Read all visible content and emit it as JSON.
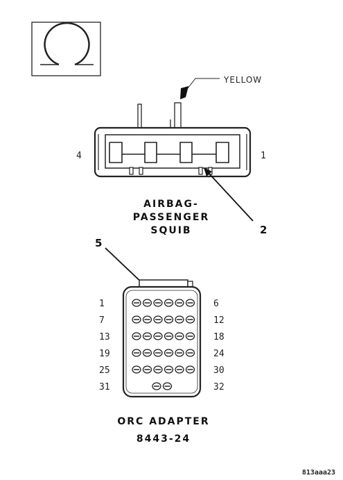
{
  "airbag_connector": {
    "wire_color": "YELLOW",
    "pin_left": "4",
    "pin_right": "1",
    "title_lines": [
      "AIRBAG-",
      "PASSENGER",
      "SQUIB"
    ],
    "callout": "2"
  },
  "orc_adapter": {
    "callout": "5",
    "left_pins": [
      "1",
      "7",
      "13",
      "19",
      "25",
      "31"
    ],
    "right_pins": [
      "6",
      "12",
      "18",
      "24",
      "30",
      "32"
    ],
    "row_sizes": [
      6,
      6,
      6,
      6,
      6,
      2
    ],
    "title_lines": [
      "ORC ADAPTER",
      "8443-24"
    ]
  },
  "figure_code": "813aaa23",
  "icons": {
    "view_symbol": "connector-face-view-icon"
  }
}
